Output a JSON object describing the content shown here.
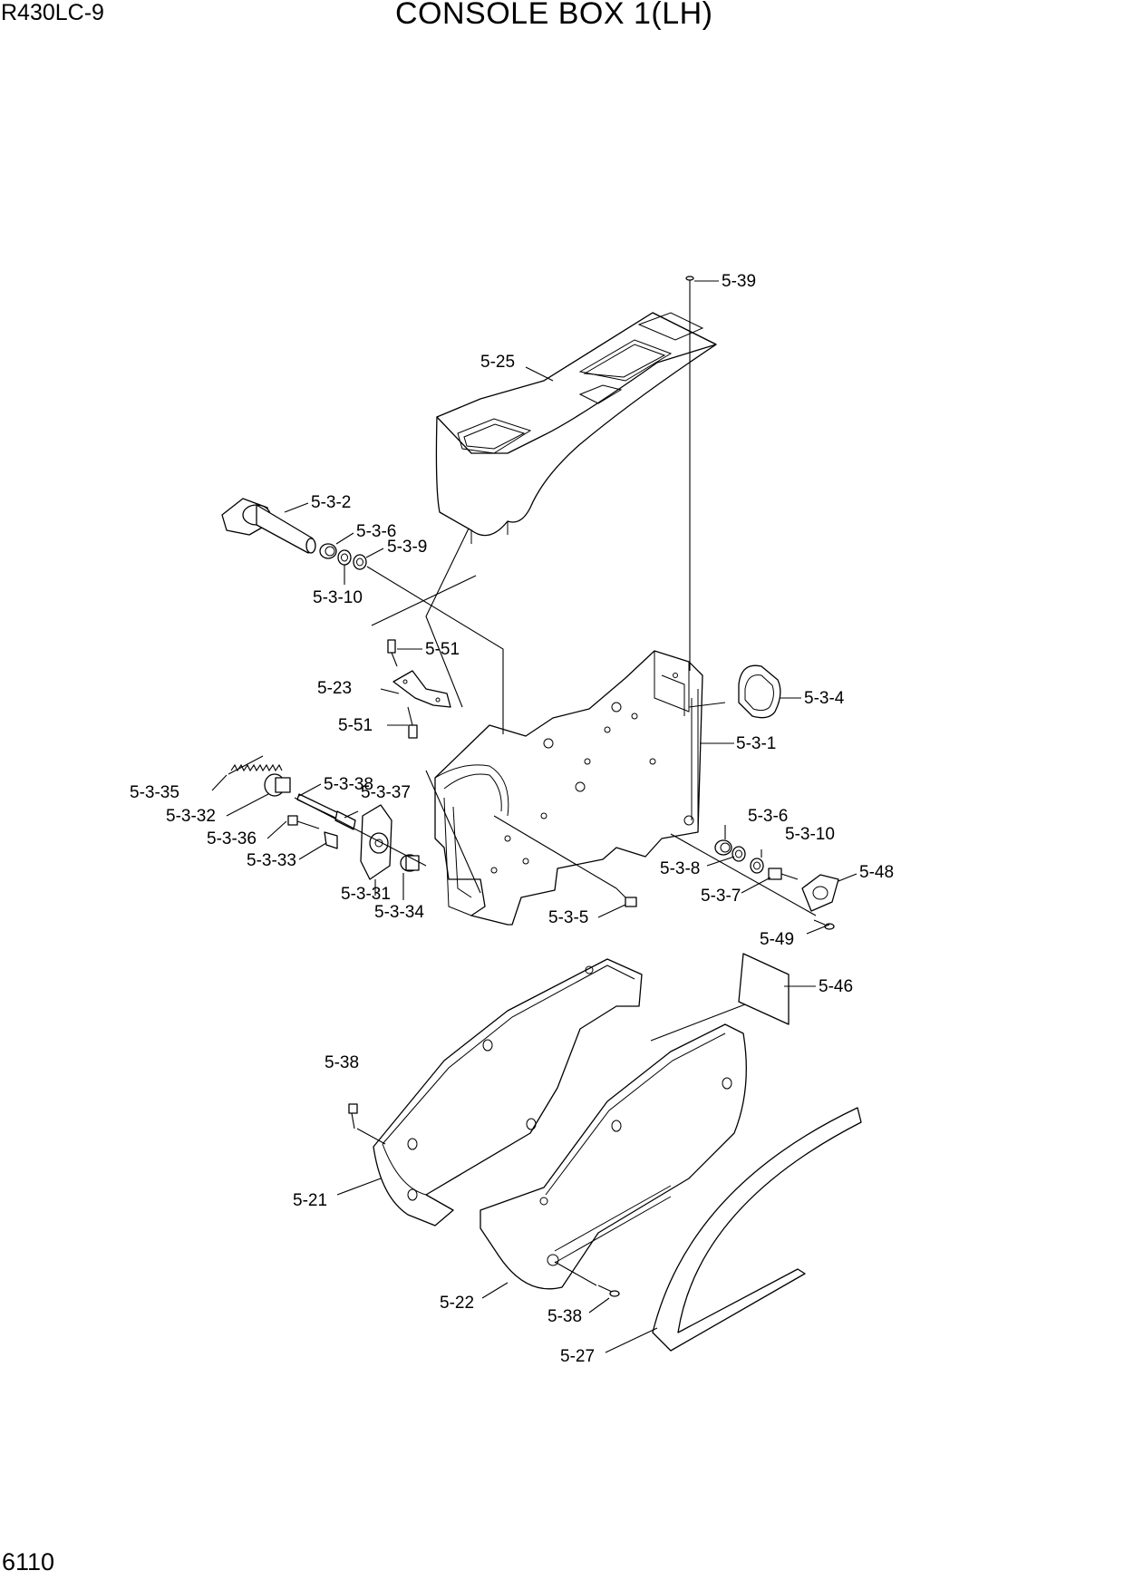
{
  "header": {
    "model": "R430LC-9",
    "title": "CONSOLE BOX 1(LH)"
  },
  "footer": {
    "page_number": "6110"
  },
  "callouts": {
    "c_5_39": "5-39",
    "c_5_25": "5-25",
    "c_5_3_2": "5-3-2",
    "c_5_3_6_a": "5-3-6",
    "c_5_3_9": "5-3-9",
    "c_5_3_10_a": "5-3-10",
    "c_5_51_a": "5-51",
    "c_5_23": "5-23",
    "c_5_51_b": "5-51",
    "c_5_3_4": "5-3-4",
    "c_5_3_1": "5-3-1",
    "c_5_3_38": "5-3-38",
    "c_5_3_35": "5-3-35",
    "c_5_3_37": "5-3-37",
    "c_5_3_32": "5-3-32",
    "c_5_3_36": "5-3-36",
    "c_5_3_33": "5-3-33",
    "c_5_3_31": "5-3-31",
    "c_5_3_34": "5-3-34",
    "c_5_3_5": "5-3-5",
    "c_5_3_6_b": "5-3-6",
    "c_5_3_10_b": "5-3-10",
    "c_5_3_8": "5-3-8",
    "c_5_48": "5-48",
    "c_5_3_7": "5-3-7",
    "c_5_49": "5-49",
    "c_5_46": "5-46",
    "c_5_38_a": "5-38",
    "c_5_21": "5-21",
    "c_5_22": "5-22",
    "c_5_38_b": "5-38",
    "c_5_27": "5-27"
  }
}
